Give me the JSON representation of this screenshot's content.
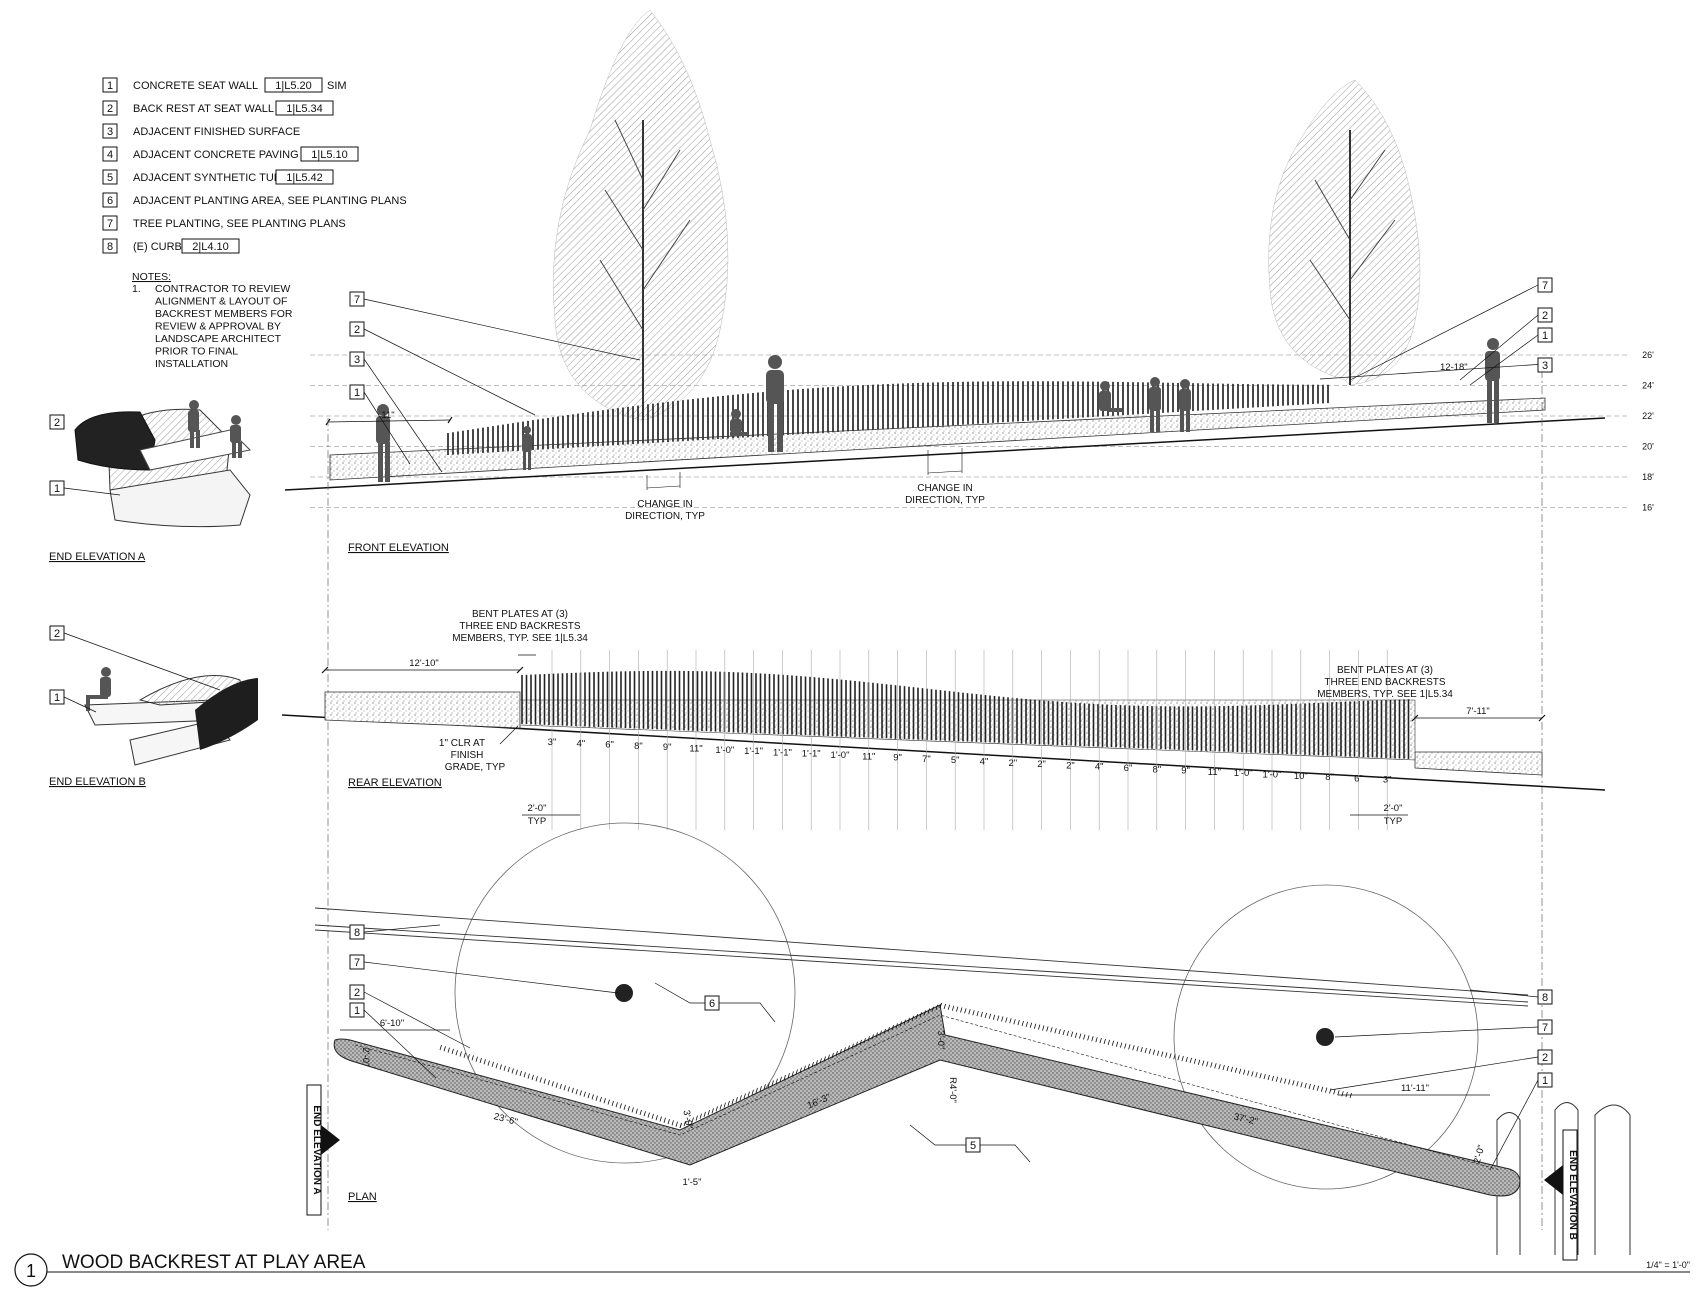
{
  "legend": [
    {
      "num": "1",
      "text": "CONCRETE SEAT WALL",
      "ref": "1|L5.20",
      "suffix": "SIM"
    },
    {
      "num": "2",
      "text": "BACK REST AT SEAT WALL",
      "ref": "1|L5.34",
      "suffix": ""
    },
    {
      "num": "3",
      "text": "ADJACENT FINISHED SURFACE",
      "ref": "",
      "suffix": ""
    },
    {
      "num": "4",
      "text": "ADJACENT CONCRETE PAVING",
      "ref": "1|L5.10",
      "suffix": ""
    },
    {
      "num": "5",
      "text": "ADJACENT SYNTHETIC TURF",
      "ref": "1|L5.42",
      "suffix": ""
    },
    {
      "num": "6",
      "text": "ADJACENT PLANTING AREA, SEE PLANTING PLANS",
      "ref": "",
      "suffix": ""
    },
    {
      "num": "7",
      "text": "TREE PLANTING, SEE PLANTING PLANS",
      "ref": "",
      "suffix": ""
    },
    {
      "num": "8",
      "text": "(E) CURB",
      "ref": "2|L4.10",
      "suffix": ""
    }
  ],
  "notes": {
    "heading": "NOTES:",
    "item_num": "1.",
    "lines": [
      "CONTRACTOR TO REVIEW",
      "ALIGNMENT & LAYOUT OF",
      "BACKREST MEMBERS FOR",
      "REVIEW & APPROVAL BY",
      "LANDSCAPE ARCHITECT",
      "PRIOR TO FINAL",
      "INSTALLATION"
    ]
  },
  "view_titles": {
    "end_a": "END ELEVATION A",
    "end_b": "END ELEVATION B",
    "front": "FRONT  ELEVATION",
    "rear": "REAR  ELEVATION",
    "plan": "PLAN"
  },
  "elevation_marks": [
    "26'",
    "24'",
    "22'",
    "20'",
    "18'",
    "16'"
  ],
  "front": {
    "change_dir_1": [
      "CHANGE IN",
      "DIRECTION, TYP"
    ],
    "change_dir_2": [
      "CHANGE IN",
      "DIRECTION, TYP"
    ],
    "dim_left": "11\"",
    "dim_right": "12-18\"",
    "callouts_left": [
      "7",
      "2",
      "3",
      "1"
    ],
    "callouts_right": [
      "7",
      "2",
      "1",
      "3"
    ]
  },
  "rear": {
    "bent_left": [
      "BENT PLATES AT (3)",
      "THREE END BACKRESTS",
      "MEMBERS, TYP. SEE 1|L5.34"
    ],
    "bent_right": [
      "BENT PLATES AT (3)",
      "THREE END BACKRESTS",
      "MEMBERS, TYP. SEE 1|L5.34"
    ],
    "dim_left": "12'-10\"",
    "dim_right": "7'-11\"",
    "clr_note": [
      "1\" CLR AT",
      "FINISH",
      "GRADE, TYP"
    ],
    "typ_left": [
      "2'-0\"",
      "TYP"
    ],
    "typ_right": [
      "2'-0\"",
      "TYP"
    ],
    "heights": [
      "3\"",
      "4\"",
      "6\"",
      "8\"",
      "9\"",
      "11\"",
      "1'-0\"",
      "1'-1\"",
      "1'-1\"",
      "1'-1\"",
      "1'-0\"",
      "11\"",
      "9\"",
      "7\"",
      "5\"",
      "4\"",
      "2\"",
      "2\"",
      "2\"",
      "4\"",
      "6\"",
      "8\"",
      "9\"",
      "11\"",
      "1'-0\"",
      "1'-0\"",
      "10\"",
      "8\"",
      "6\"",
      "3\""
    ]
  },
  "plan": {
    "callouts_left": [
      "8",
      "7",
      "2",
      "1"
    ],
    "callouts_right": [
      "8",
      "7",
      "2",
      "1"
    ],
    "callout_6": "6",
    "callout_5": "5",
    "dims": {
      "d1": "6'-10\"",
      "d2": "23'-6\"",
      "d3": "16'-3\"",
      "d4": "37'-2\"",
      "d5": "11'-11\"",
      "d6": "3'-0\"",
      "d7": "R4'-0\"",
      "d8": "1'-5\"",
      "d9": "3'-0\"",
      "d10": "2'-0\"",
      "d11": "2'-0\"",
      "d12": "2'-0\""
    },
    "end_a_tag": "END ELEVATION A",
    "end_b_tag": "END ELEVATION B"
  },
  "footer": {
    "number": "1",
    "title": "WOOD BACKREST AT PLAY AREA",
    "scale": "1/4\" = 1'-0\""
  }
}
